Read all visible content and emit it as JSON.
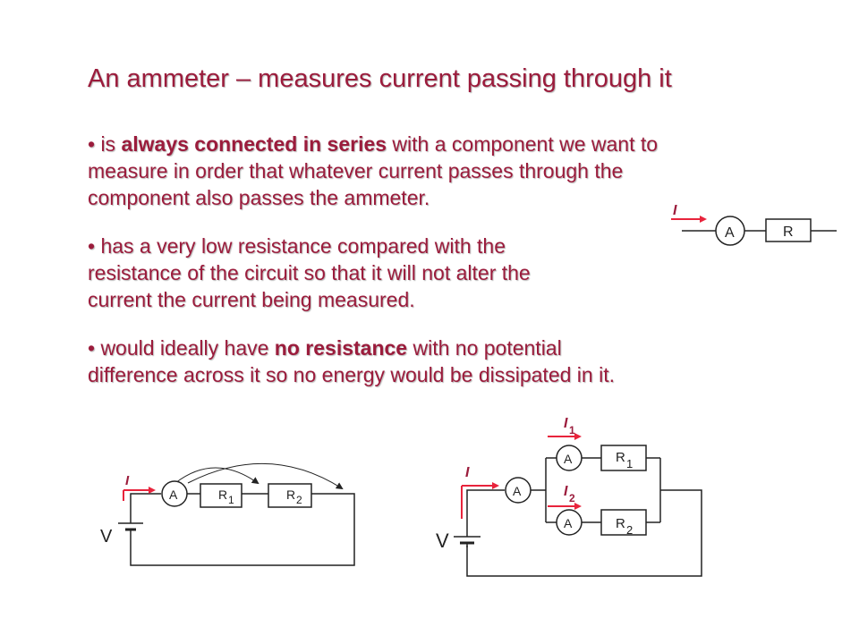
{
  "title": "An ammeter – measures current passing through it",
  "bullet1": {
    "pre": "• is ",
    "bold": "always connected in series",
    "post": " with a component we want to",
    "line2": "measure in order that whatever current passes through the",
    "line3": "component also passes the ammeter."
  },
  "bullet2": {
    "line1": "• has a very low resistance compared with the",
    "line2": "resistance of the circuit so that it will not alter the",
    "line3": "current the current being measured."
  },
  "bullet3": {
    "pre": "• would ideally have ",
    "bold": "no resistance",
    "post": " with no potential",
    "line2": "difference across it so no energy would be dissipated in it."
  },
  "diagram_top": {
    "current": "I",
    "ammeter": "A",
    "resistor": "R"
  },
  "diagram_series": {
    "current": "I",
    "ammeter": "A",
    "r1": "R",
    "r1_sub": "1",
    "r2": "R",
    "r2_sub": "2",
    "voltage": "V"
  },
  "diagram_parallel": {
    "current": "I",
    "ammeter_main": "A",
    "current1": "I",
    "current1_sub": "1",
    "ammeter1": "A",
    "r1": "R",
    "r1_sub": "1",
    "current2": "I",
    "current2_sub": "2",
    "ammeter2": "A",
    "r2": "R",
    "r2_sub": "2",
    "voltage": "V"
  },
  "colors": {
    "text": "#9b1c3c",
    "arrow": "#e8243c",
    "wire": "#222222"
  }
}
